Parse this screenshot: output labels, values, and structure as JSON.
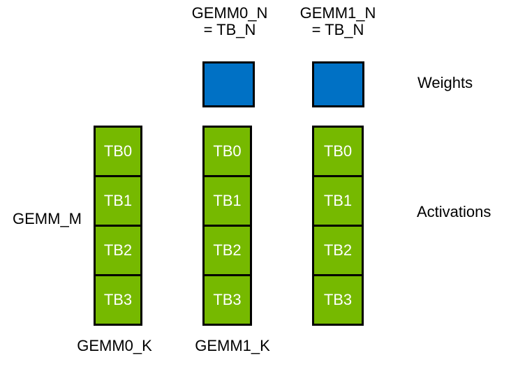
{
  "diagram": {
    "top_labels": [
      {
        "line1": "GEMM0_N",
        "line2": "= TB_N"
      },
      {
        "line1": "GEMM1_N",
        "line2": "= TB_N"
      }
    ],
    "right_labels": {
      "weights": "Weights",
      "activations": "Activations"
    },
    "left_label": "GEMM_M",
    "bottom_labels": [
      "GEMM0_K",
      "GEMM1_K"
    ],
    "columns": [
      {
        "blocks": [
          "TB0",
          "TB1",
          "TB2",
          "TB3"
        ]
      },
      {
        "blocks": [
          "TB0",
          "TB1",
          "TB2",
          "TB3"
        ]
      },
      {
        "blocks": [
          "TB0",
          "TB1",
          "TB2",
          "TB3"
        ]
      }
    ],
    "colors": {
      "activation_green": "#76B900",
      "weight_blue": "#0071C5",
      "border_black": "#000000",
      "tile_text_white": "#FFFFFF",
      "label_text_black": "#000000",
      "background_white": "#FFFFFF"
    }
  }
}
